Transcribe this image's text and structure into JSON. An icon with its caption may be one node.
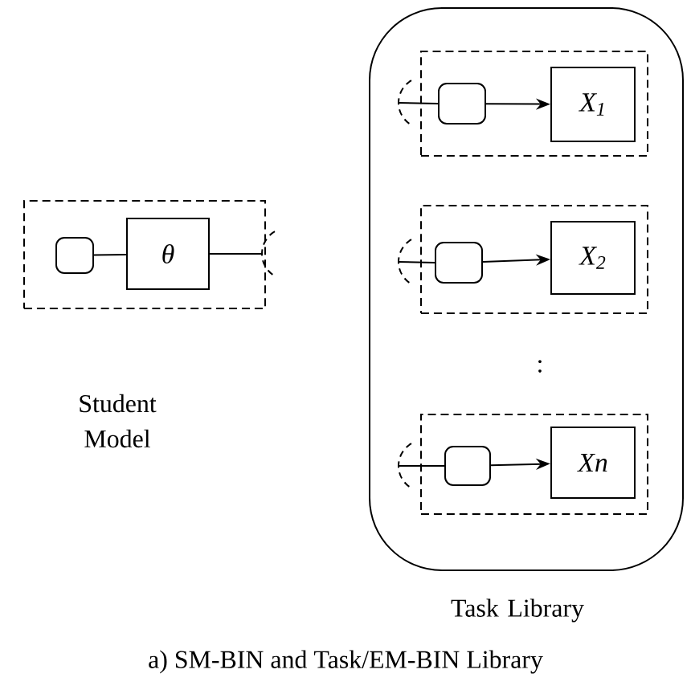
{
  "diagram": {
    "caption": "a) SM-BIN and Task/EM-BIN Library",
    "nodes": [
      {
        "text": [],
        "shape": "box",
        "beside": [
          "Student Model"
        ]
      },
      {
        "text": [],
        "shape": "box",
        "in": 0
      },
      {
        "text": [
          "θ"
        ],
        "in": 0
      },
      {
        "text": [],
        "shape": "box",
        "beside": [
          "Task Library"
        ]
      },
      {
        "text": [],
        "shape": "box",
        "in": 3
      },
      {
        "text": [],
        "shape": "box",
        "in": 4
      },
      {
        "text": [
          "X$_{1}$"
        ],
        "in": 4
      },
      {
        "text": [],
        "shape": "box",
        "in": 3
      },
      {
        "text": [],
        "shape": "box",
        "in": 7
      },
      {
        "text": [
          "X$_{2}$"
        ],
        "in": 7
      },
      {
        "text": [],
        "shape": "box",
        "in": 3
      },
      {
        "text": [],
        "shape": "box",
        "in": 10
      },
      {
        "text": [
          "Xn"
        ],
        "in": 10
      }
    ],
    "edges": [
      {
        "from": 1,
        "to": 2,
        "arrow": "none"
      },
      {
        "from": 2,
        "to": null,
        "arrow": "none"
      },
      {
        "from": 5,
        "to": 6,
        "arrow": "to"
      },
      {
        "from": 5,
        "to": null,
        "arrow": "none"
      },
      {
        "from": 8,
        "to": 9,
        "arrow": "to"
      },
      {
        "from": 8,
        "to": null,
        "arrow": "none"
      },
      {
        "from": 11,
        "to": 12,
        "arrow": "to"
      },
      {
        "from": 11,
        "to": null,
        "arrow": "none"
      }
    ],
    "labels": [
      ":"
    ]
  }
}
